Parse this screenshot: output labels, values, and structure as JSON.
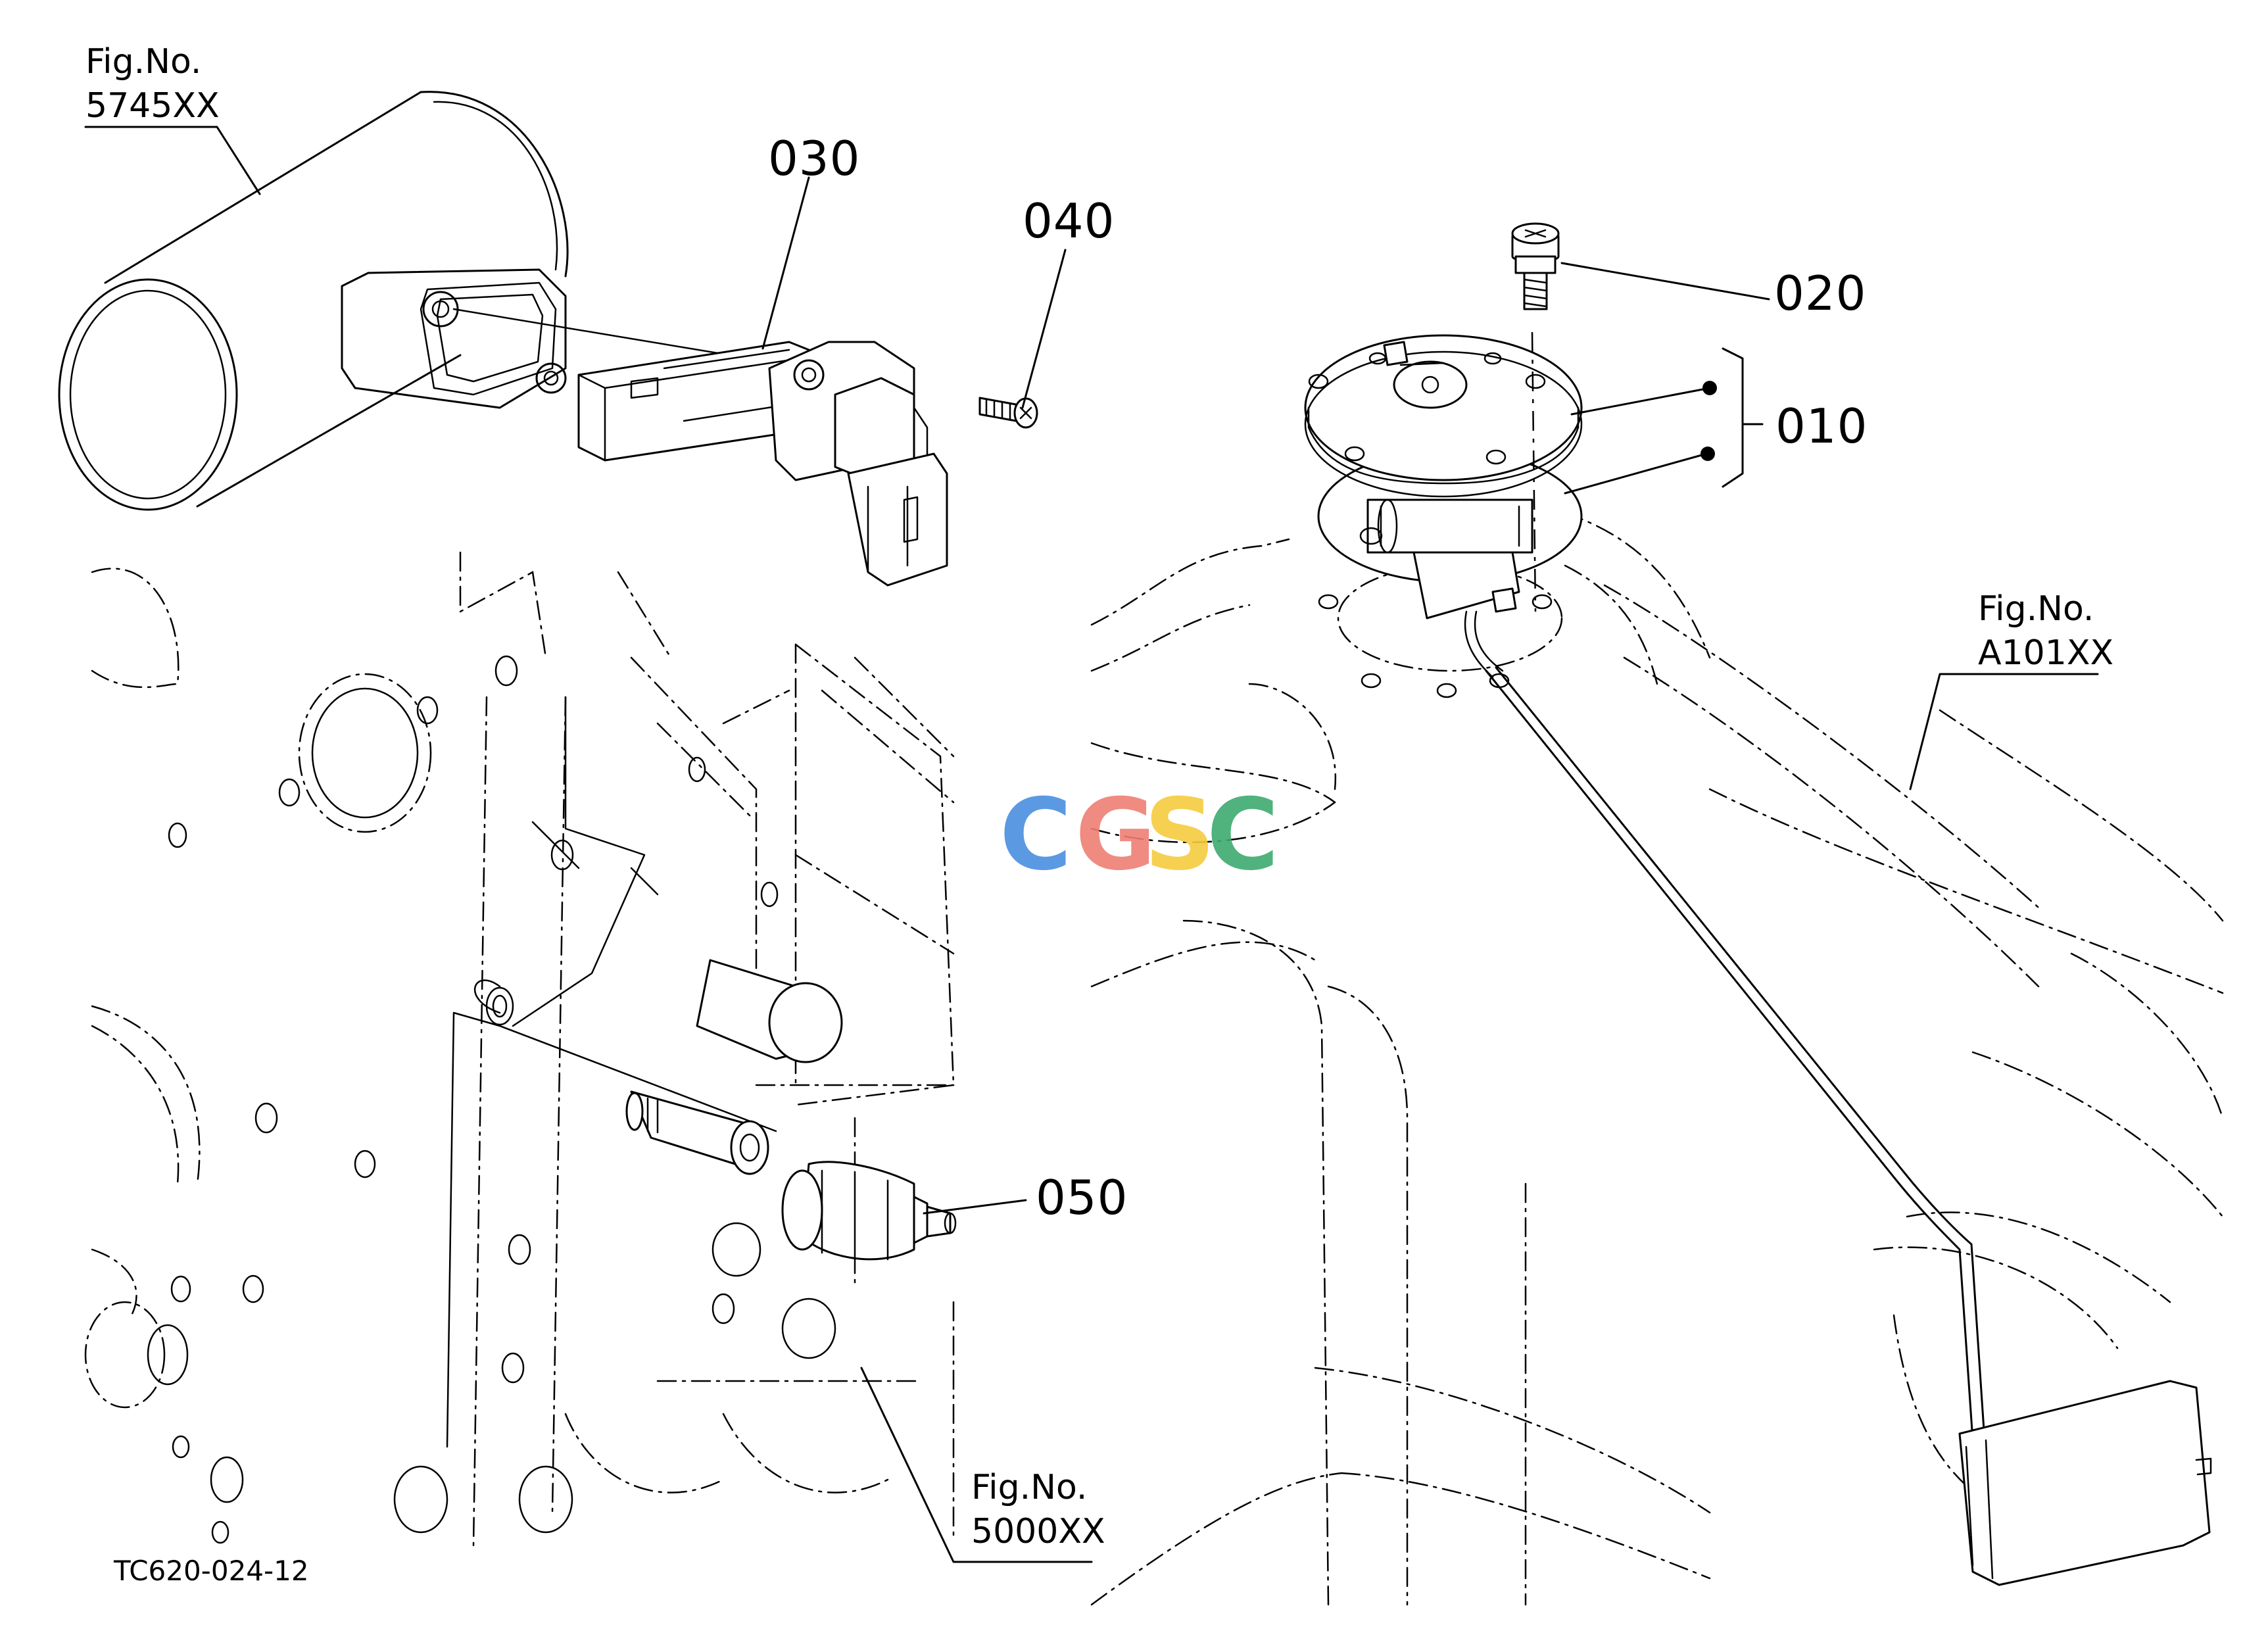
{
  "drawing_number": "TC620-024-12",
  "callouts": {
    "p010": "010",
    "p020": "020",
    "p030": "030",
    "p040": "040",
    "p050": "050"
  },
  "fig_refs": {
    "air_cleaner": {
      "title": "Fig.No.",
      "number": "5745XX"
    },
    "fuel_tank": {
      "title": "Fig.No.",
      "number": "A101XX"
    },
    "crankcase": {
      "title": "Fig.No.",
      "number": "5000XX"
    }
  },
  "watermark": {
    "letters": [
      "C",
      "G",
      "S",
      "C"
    ],
    "colors": [
      "#4a8fe0",
      "#ee7f74",
      "#f6cc3f",
      "#3eaa70"
    ]
  }
}
